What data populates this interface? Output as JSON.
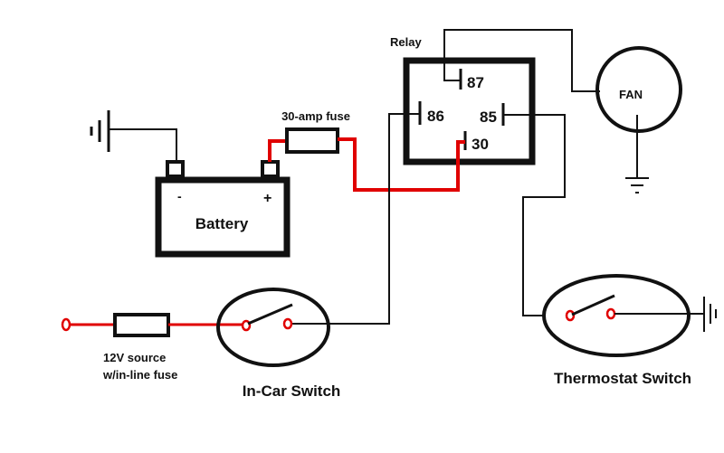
{
  "diagram": {
    "title": "Relay fan wiring diagram",
    "colors": {
      "wire": "#111111",
      "power_wire": "#e00000",
      "background": "#ffffff"
    },
    "components": {
      "relay": {
        "label": "Relay",
        "pins": {
          "p87": "87",
          "p86": "86",
          "p85": "85",
          "p30": "30"
        }
      },
      "fan": {
        "label": "FAN"
      },
      "battery": {
        "label": "Battery",
        "negative": "-",
        "positive": "+"
      },
      "fuse_30a": {
        "label": "30-amp fuse"
      },
      "source": {
        "label_line1": "12V source",
        "label_line2": "w/in-line fuse"
      },
      "in_car_switch": {
        "label": "In-Car Switch"
      },
      "thermostat_switch": {
        "label": "Thermostat Switch"
      }
    },
    "connections": [
      "battery(-) -> chassis ground",
      "battery(+) -> 30-amp fuse -> relay pin 30",
      "relay pin 87 -> fan",
      "fan -> ground",
      "12V source -> in-line fuse -> in-car switch -> relay pin 86",
      "relay pin 85 -> thermostat switch -> ground"
    ]
  }
}
